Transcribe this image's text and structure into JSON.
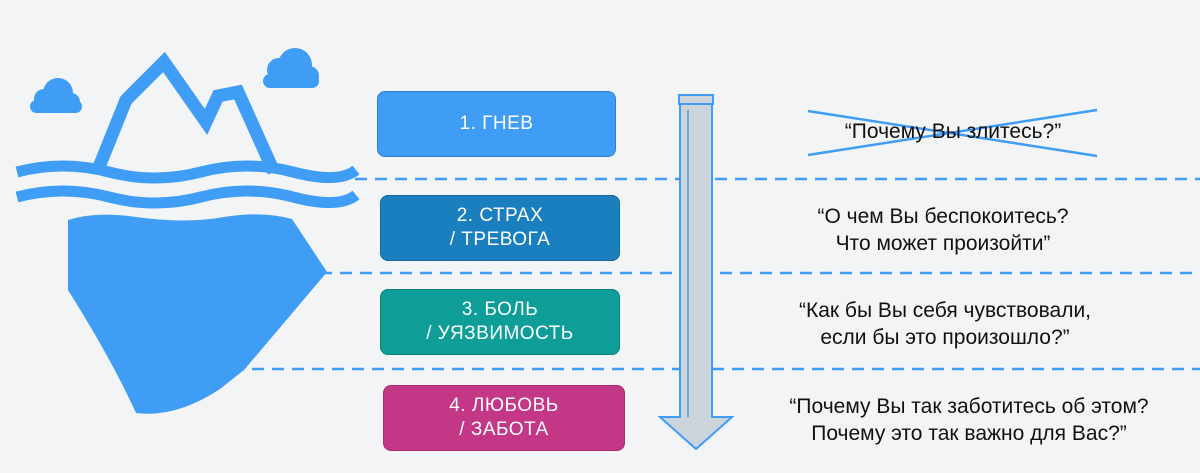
{
  "colors": {
    "background": "#f2f4f6",
    "iceberg": "#3f9df6",
    "dashed_line": "#3f9df6",
    "arrow_fill": "#ccd3da",
    "arrow_stroke": "#3f9df6"
  },
  "levels": [
    {
      "label_lines": [
        "1. ГНЕВ"
      ],
      "color": "#3f9df6",
      "border": "#2d7fcf",
      "question_lines": [
        "“Почему Вы злитесь?”"
      ],
      "question_crossed": true
    },
    {
      "label_lines": [
        "2. СТРАХ",
        "/ ТРЕВОГА"
      ],
      "color": "#1a7fbf",
      "border": "#156aa0",
      "question_lines": [
        "“О чем Вы беспокоитесь?",
        "Что может произойти”"
      ],
      "question_crossed": false
    },
    {
      "label_lines": [
        "3. БОЛЬ",
        "/ УЯЗВИМОСТЬ"
      ],
      "color": "#0e9e97",
      "border": "#0b827c",
      "question_lines": [
        "“Как бы Вы себя чувствовали,",
        "если бы это произошло?”"
      ],
      "question_crossed": false
    },
    {
      "label_lines": [
        "4. ЛЮБОВЬ",
        "/ ЗАБОТА"
      ],
      "color": "#c43786",
      "border": "#a82c71",
      "question_lines": [
        "“Почему Вы так заботитесь об этом?",
        "Почему это так важно для Вас?”"
      ],
      "question_crossed": false
    }
  ]
}
